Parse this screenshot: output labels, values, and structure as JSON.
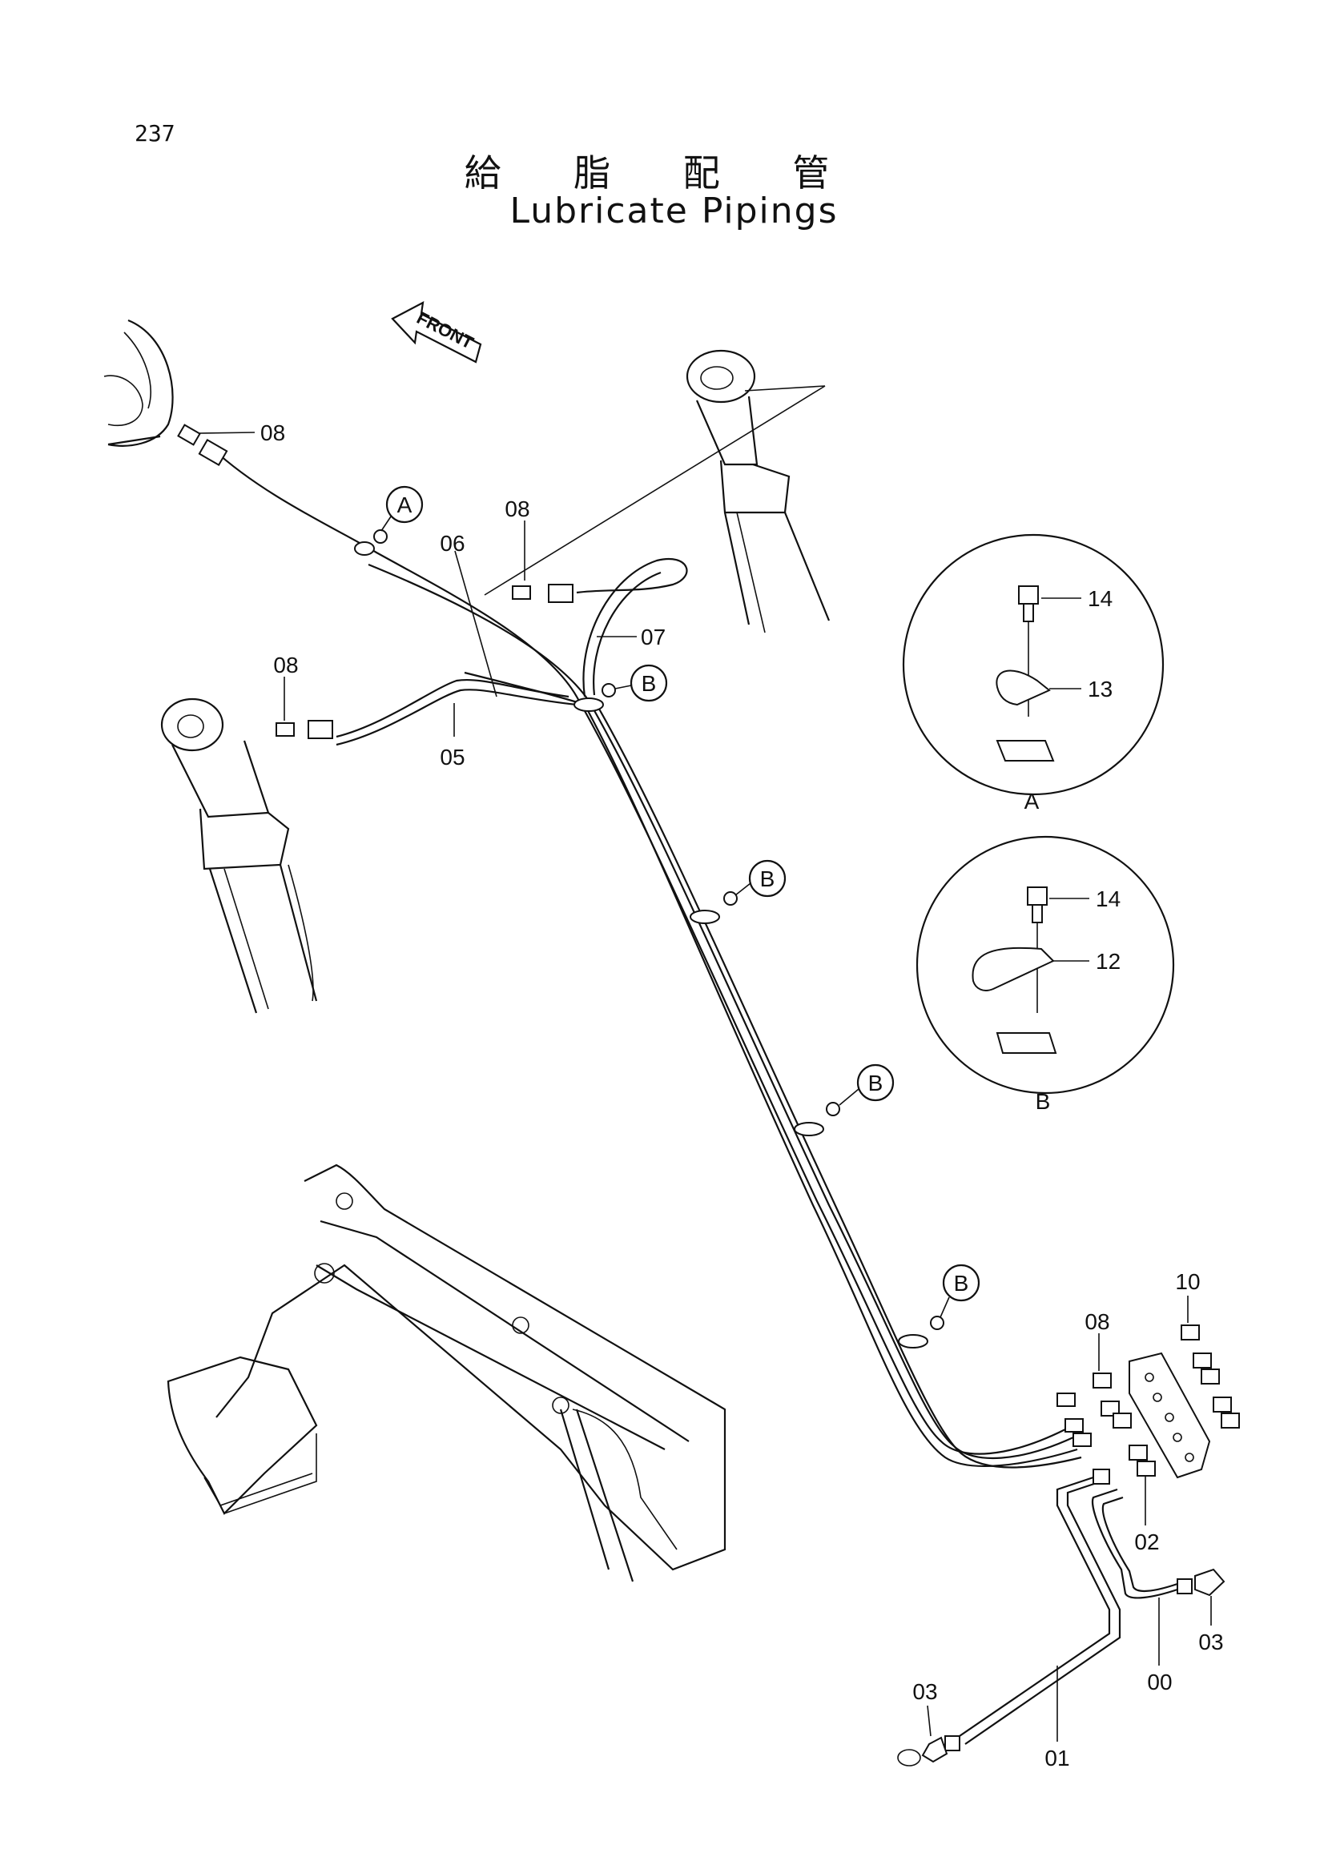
{
  "page": {
    "number": "237",
    "title_jp": "給 脂 配 管",
    "title_en": "Lubricate Pipings",
    "direction_arrow": "FRONT"
  },
  "part_labels": {
    "p08_top": "08",
    "p08_mid": "08",
    "p08_left": "08",
    "p08_manifold": "08",
    "p06": "06",
    "p07": "07",
    "p05": "05",
    "p14_a": "14",
    "p13": "13",
    "p14_b": "14",
    "p12": "12",
    "p10": "10",
    "p02": "02",
    "p03_right": "03",
    "p00": "00",
    "p03_left": "03",
    "p01": "01"
  },
  "callouts": {
    "a": "A",
    "b1": "B",
    "b2": "B",
    "b3": "B",
    "b4": "B"
  },
  "detail_views": {
    "a": "A",
    "b": "B"
  }
}
